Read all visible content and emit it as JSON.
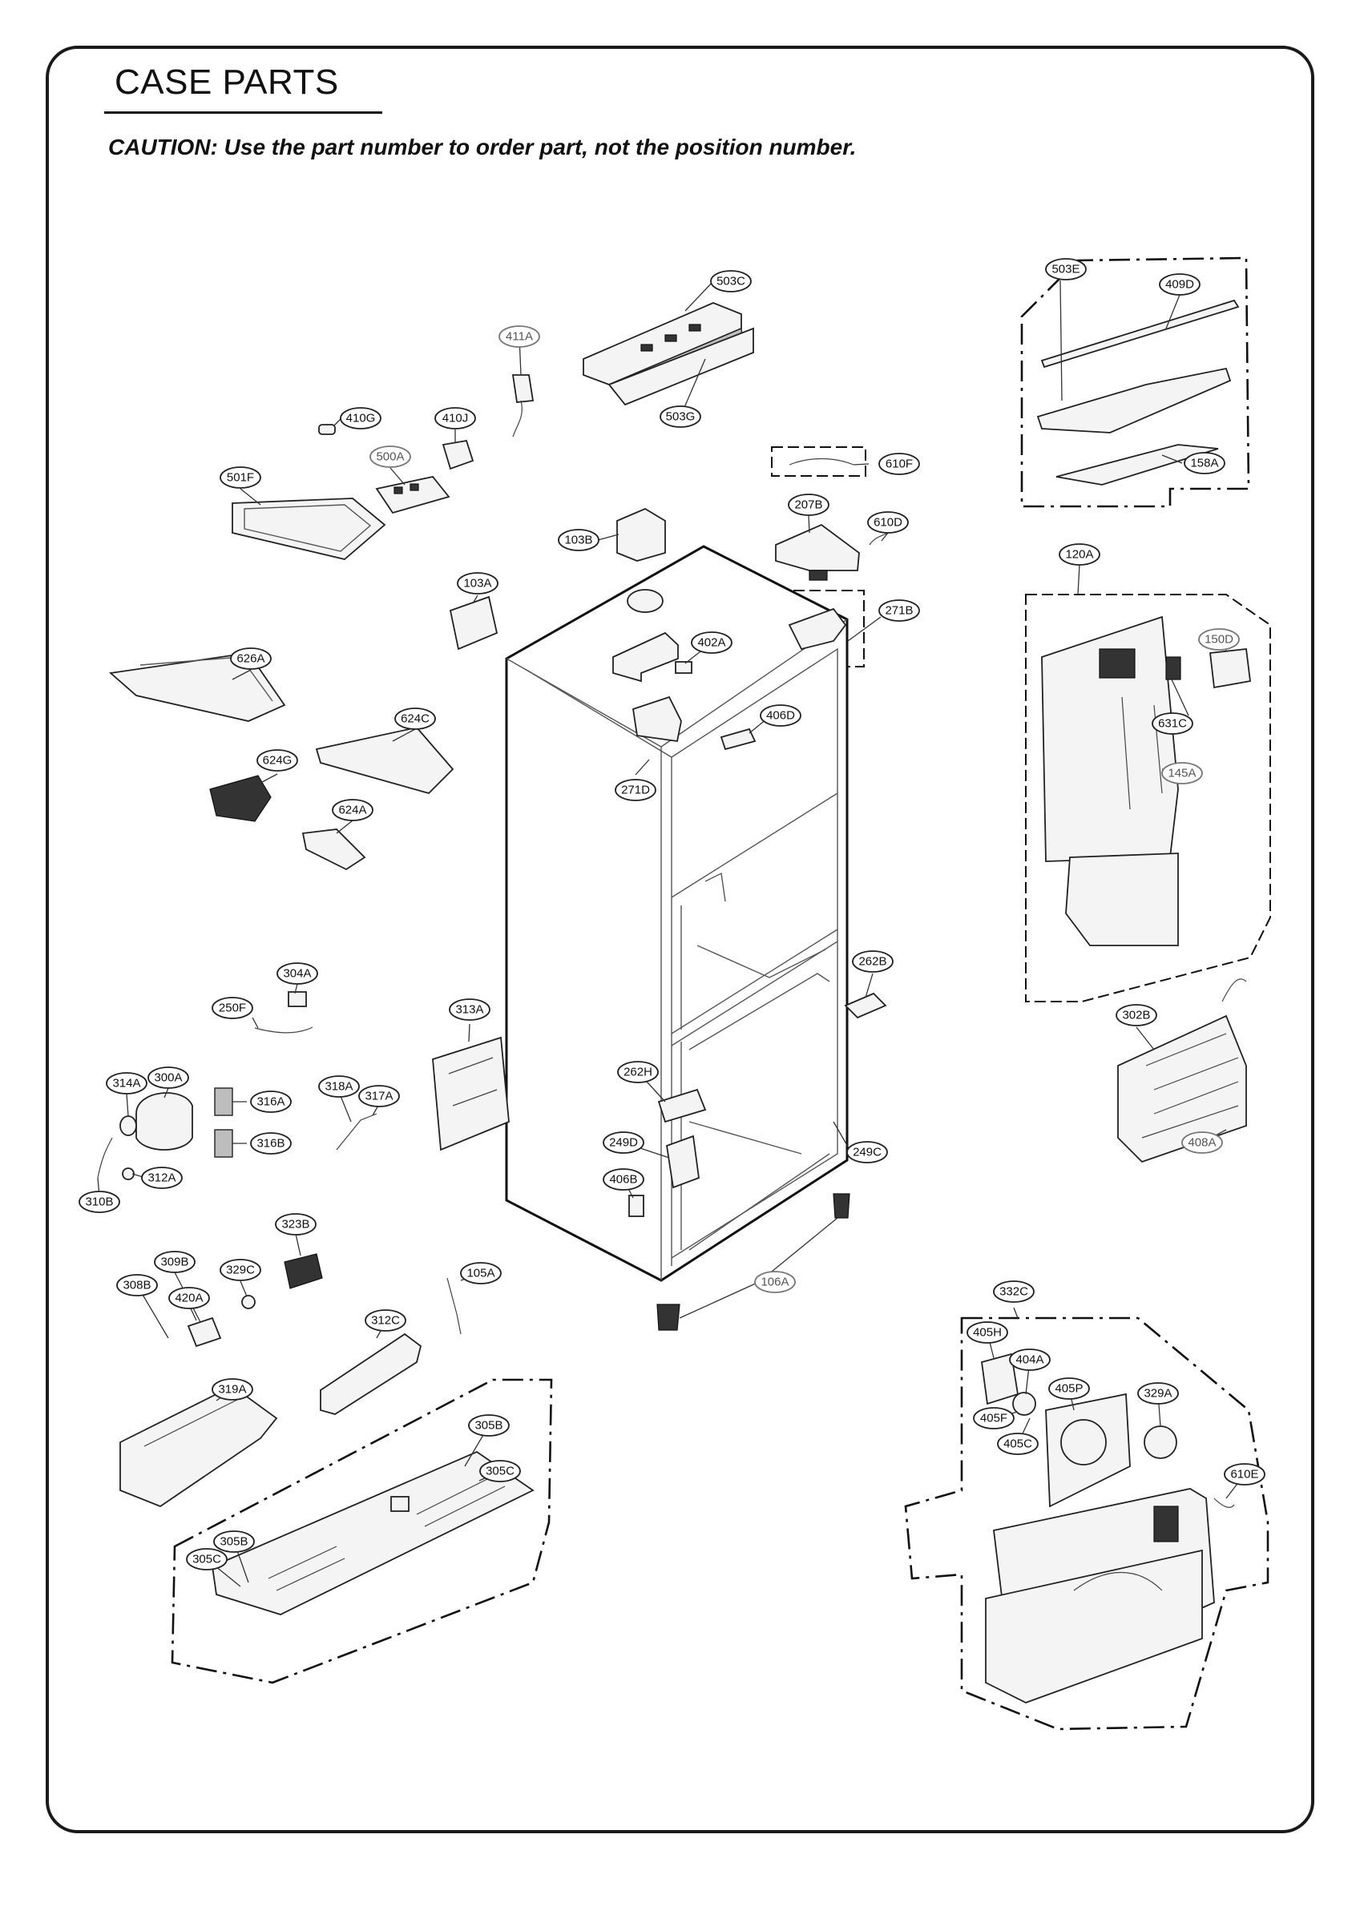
{
  "header": {
    "title": "CASE PARTS",
    "caution": "CAUTION: Use the part number to order part, not the position number."
  },
  "labels": [
    {
      "id": "503C",
      "text": "503C"
    },
    {
      "id": "503G",
      "text": "503G"
    },
    {
      "id": "411A",
      "text": "411A"
    },
    {
      "id": "410G",
      "text": "410G"
    },
    {
      "id": "410J",
      "text": "410J"
    },
    {
      "id": "500A",
      "text": "500A"
    },
    {
      "id": "501F",
      "text": "501F"
    },
    {
      "id": "610F",
      "text": "610F"
    },
    {
      "id": "207B",
      "text": "207B"
    },
    {
      "id": "610D",
      "text": "610D"
    },
    {
      "id": "103B",
      "text": "103B"
    },
    {
      "id": "103A",
      "text": "103A"
    },
    {
      "id": "271B",
      "text": "271B"
    },
    {
      "id": "402A",
      "text": "402A"
    },
    {
      "id": "626A",
      "text": "626A"
    },
    {
      "id": "624C",
      "text": "624C"
    },
    {
      "id": "406D",
      "text": "406D"
    },
    {
      "id": "624G",
      "text": "624G"
    },
    {
      "id": "271D",
      "text": "271D"
    },
    {
      "id": "624A",
      "text": "624A"
    },
    {
      "id": "503E",
      "text": "503E"
    },
    {
      "id": "409D",
      "text": "409D"
    },
    {
      "id": "158A",
      "text": "158A"
    },
    {
      "id": "120A",
      "text": "120A"
    },
    {
      "id": "150D",
      "text": "150D"
    },
    {
      "id": "631C",
      "text": "631C"
    },
    {
      "id": "145A",
      "text": "145A"
    },
    {
      "id": "262B",
      "text": "262B"
    },
    {
      "id": "304A",
      "text": "304A"
    },
    {
      "id": "250F",
      "text": "250F"
    },
    {
      "id": "313A",
      "text": "313A"
    },
    {
      "id": "302B",
      "text": "302B"
    },
    {
      "id": "314A",
      "text": "314A"
    },
    {
      "id": "300A",
      "text": "300A"
    },
    {
      "id": "316A",
      "text": "316A"
    },
    {
      "id": "318A",
      "text": "318A"
    },
    {
      "id": "317A",
      "text": "317A"
    },
    {
      "id": "262H",
      "text": "262H"
    },
    {
      "id": "316B",
      "text": "316B"
    },
    {
      "id": "249D",
      "text": "249D"
    },
    {
      "id": "249C",
      "text": "249C"
    },
    {
      "id": "408A",
      "text": "408A"
    },
    {
      "id": "312A",
      "text": "312A"
    },
    {
      "id": "406B",
      "text": "406B"
    },
    {
      "id": "310B",
      "text": "310B"
    },
    {
      "id": "323B",
      "text": "323B"
    },
    {
      "id": "309B",
      "text": "309B"
    },
    {
      "id": "329C",
      "text": "329C"
    },
    {
      "id": "105A",
      "text": "105A"
    },
    {
      "id": "308B",
      "text": "308B"
    },
    {
      "id": "420A",
      "text": "420A"
    },
    {
      "id": "106A",
      "text": "106A"
    },
    {
      "id": "332C",
      "text": "332C"
    },
    {
      "id": "312C",
      "text": "312C"
    },
    {
      "id": "405H",
      "text": "405H"
    },
    {
      "id": "404A",
      "text": "404A"
    },
    {
      "id": "319A",
      "text": "319A"
    },
    {
      "id": "405P",
      "text": "405P"
    },
    {
      "id": "329A",
      "text": "329A"
    },
    {
      "id": "405F",
      "text": "405F"
    },
    {
      "id": "405C",
      "text": "405C"
    },
    {
      "id": "305B",
      "text": "305B"
    },
    {
      "id": "305C",
      "text": "305C"
    },
    {
      "id": "610E",
      "text": "610E"
    },
    {
      "id": "305B_2",
      "text": "305B"
    },
    {
      "id": "305C_2",
      "text": "305C"
    }
  ]
}
